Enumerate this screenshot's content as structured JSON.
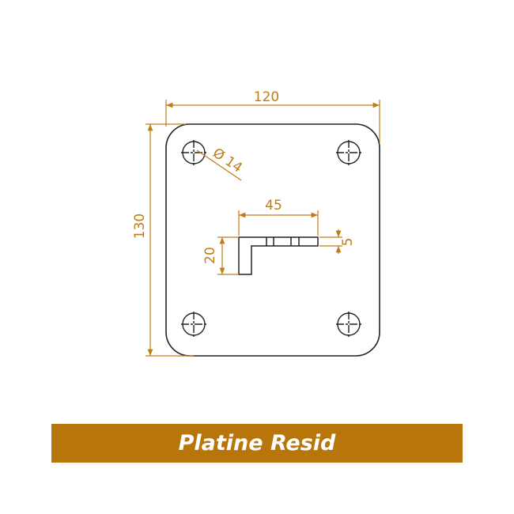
{
  "colors": {
    "dimension": "#c07c16",
    "outline": "#222222",
    "banner": "#b8750a",
    "banner_text": "#ffffff"
  },
  "dimensions": {
    "plate_width": "120",
    "plate_height": "130",
    "hole_diameter": "Ø 14",
    "hook_length": "45",
    "hook_height": "20",
    "hook_thickness": "5"
  },
  "banner": {
    "title": "Platine Resid"
  }
}
